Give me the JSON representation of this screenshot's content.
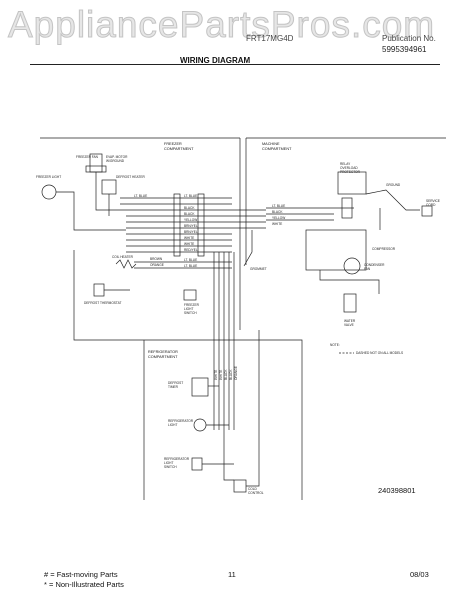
{
  "header": {
    "watermark": "AppliancePartsPros.com",
    "model": "FRT17MG4D",
    "pub_label": "Publication No.",
    "pub_number": "5995394961",
    "title": "WIRING DIAGRAM"
  },
  "diagram": {
    "compartments": {
      "freezer": [
        "FREEZER",
        "COMPARTMENT"
      ],
      "machine": [
        "MACHINE",
        "COMPARTMENT"
      ],
      "refrigerator": [
        "REFRIGERATOR",
        "COMPARTMENT"
      ]
    },
    "wire_colors": [
      "LT. BLUE",
      "LT. BLUE",
      "BLACK",
      "BLACK",
      "YELLOW",
      "BRN/YEL",
      "BRN/YEL",
      "WHITE",
      "WHITE",
      "RED/YEL",
      "LT. BLUE",
      "LT. BLUE"
    ],
    "machine_wires": [
      "LT. BLUE",
      "BLACK",
      "YELLOW",
      "WHITE"
    ],
    "vertical_wires": [
      "WHITE",
      "WHITE",
      "BLACK",
      "BLACK",
      "ORANGE"
    ],
    "components": {
      "freezer_fan": "FREEZER FAN",
      "freezer_light": "FREEZER LIGHT",
      "evaporator_motor": [
        "EVAP. MOTOR",
        "W/GROUND"
      ],
      "defrost_heater": "DEFROST HEATER",
      "defrost_thermostat": "DEFROST THERMOSTAT",
      "coil_heater": "COIL HEATER",
      "freezer_light_switch": [
        "FREEZER",
        "LIGHT",
        "SWITCH"
      ],
      "relay_overload": [
        "RELAY",
        "OVERLOAD",
        "PROTECTOR"
      ],
      "compressor": "COMPRESSOR",
      "condenser_fan": [
        "CONDENSER",
        "FAN"
      ],
      "water_valve": [
        "WATER",
        "VALVE"
      ],
      "service_cord": [
        "SERVICE",
        "CORD"
      ],
      "defrost_timer": [
        "DEFROST",
        "TIMER"
      ],
      "refrigerator_light": [
        "REFRIGERATOR",
        "LIGHT"
      ],
      "refrigerator_light_switch": [
        "REFRIGERATOR",
        "LIGHT",
        "SWITCH"
      ],
      "cold_control": [
        "COLD",
        "CONTROL"
      ],
      "brown": "BROWN",
      "orange": "ORANGE",
      "grommet": "GROMMET",
      "ground": "GROUND"
    },
    "notes": {
      "title": "NOTE:",
      "dashed": "DASHED NOT ON ALL MODELS"
    },
    "part_number": "240398801"
  },
  "footer": {
    "legend_hash": "#  = Fast-moving Parts",
    "legend_star": "*  = Non-Illustrated Parts",
    "page": "11",
    "date": "08/03"
  }
}
